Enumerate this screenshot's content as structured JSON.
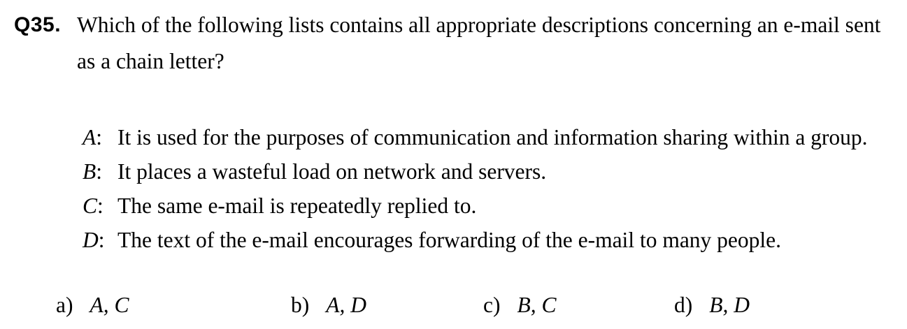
{
  "question": {
    "number": "Q35.",
    "text": "Which of the following lists contains all appropriate descriptions concerning an e-mail sent as a chain letter?"
  },
  "statements": [
    {
      "letter": "A",
      "colon": ":",
      "text": "It is used for the purposes of communication and information sharing within a group."
    },
    {
      "letter": "B",
      "colon": ":",
      "text": "It places a wasteful load on network and servers."
    },
    {
      "letter": "C",
      "colon": ":",
      "text": "The same e-mail is repeatedly replied to."
    },
    {
      "letter": "D",
      "colon": ":",
      "text": "The text of the e-mail encourages forwarding of the e-mail to many people."
    }
  ],
  "options": [
    {
      "label": "a)",
      "value": "A, C"
    },
    {
      "label": "b)",
      "value": "A, D"
    },
    {
      "label": "c)",
      "value": "B, C"
    },
    {
      "label": "d)",
      "value": "B, D"
    }
  ]
}
